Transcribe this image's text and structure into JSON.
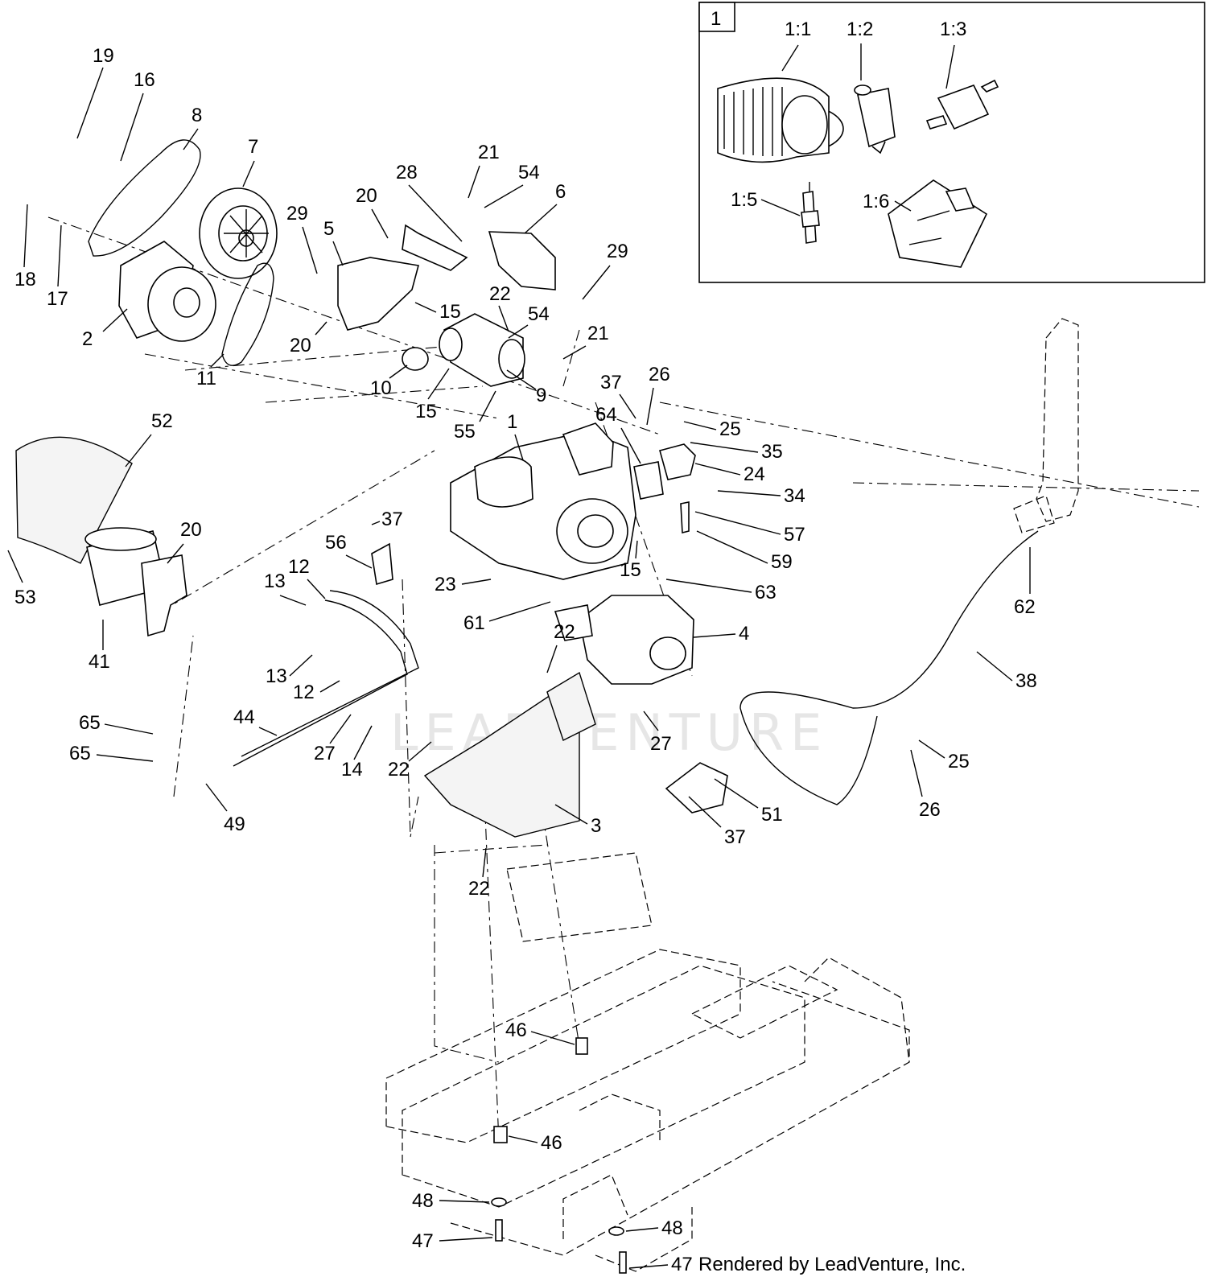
{
  "diagram": {
    "watermark": "LEADVENTURE",
    "credit": "Rendered by LeadVenture, Inc.",
    "inset": {
      "title": "1",
      "labels": [
        "1:1",
        "1:2",
        "1:3",
        "1:5",
        "1:6"
      ]
    },
    "callouts": [
      "19",
      "16",
      "8",
      "7",
      "18",
      "17",
      "2",
      "11",
      "29",
      "5",
      "20",
      "28",
      "21",
      "54",
      "6",
      "29",
      "22",
      "54",
      "15",
      "21",
      "20",
      "10",
      "15",
      "9",
      "55",
      "1",
      "37",
      "26",
      "64",
      "25",
      "35",
      "24",
      "34",
      "57",
      "59",
      "52",
      "20",
      "53",
      "41",
      "37",
      "56",
      "12",
      "13",
      "15",
      "23",
      "63",
      "61",
      "22",
      "4",
      "62",
      "38",
      "13",
      "12",
      "44",
      "27",
      "14",
      "22",
      "27",
      "65",
      "65",
      "49",
      "25",
      "26",
      "51",
      "37",
      "3",
      "22",
      "46",
      "46",
      "48",
      "47",
      "48",
      "47"
    ]
  }
}
